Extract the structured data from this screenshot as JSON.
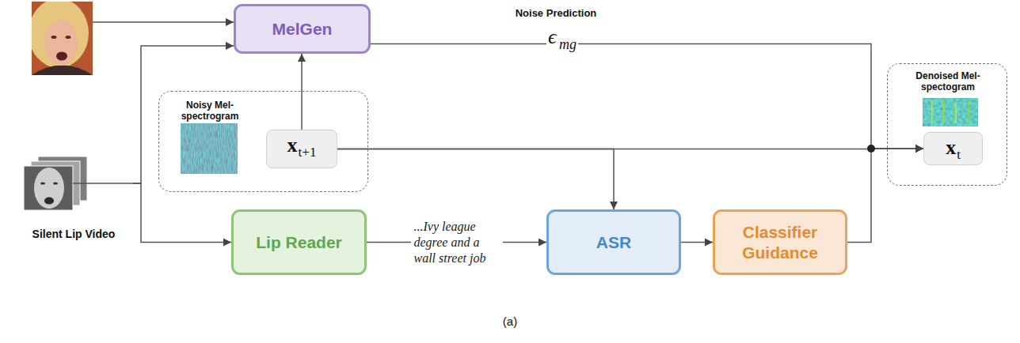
{
  "diagram": {
    "caption": "(a)",
    "nodes": [
      {
        "text": [
          "MelGen"
        ]
      },
      {
        "text": [
          "Noisy Mel-spectrogram"
        ]
      },
      {
        "text": [
          "x",
          "t+1"
        ],
        "in": 1
      },
      {
        "text": [
          "Denoised Mel-spectogram"
        ]
      },
      {
        "text": [
          "x",
          "t"
        ],
        "in": 3
      },
      {
        "text": [
          "Silent Lip Video"
        ]
      },
      {
        "text": [
          "Lip Reader"
        ]
      },
      {
        "text": [
          "ASR"
        ]
      },
      {
        "text": [
          "Classifier Guidance"
        ]
      }
    ],
    "edges": [
      {
        "from": 5,
        "to": 0,
        "arrow": "to"
      },
      {
        "from": 5,
        "to": 6,
        "arrow": "to"
      },
      {
        "from": 2,
        "to": 0,
        "arrow": "to"
      },
      {
        "from": 0,
        "to": 4,
        "arrow": "to"
      },
      {
        "from": 2,
        "to": 4,
        "arrow": "to"
      },
      {
        "from": 2,
        "to": 7,
        "arrow": "to"
      },
      {
        "from": 6,
        "to": 7,
        "label": "...Ivy league degree and a wall street job",
        "arrow": "to"
      },
      {
        "from": 7,
        "to": 8,
        "arrow": "to"
      },
      {
        "from": 8,
        "to": 4,
        "arrow": "to"
      }
    ],
    "labels": [
      "Noise Prediction",
      "ϵ",
      "mg"
    ]
  }
}
